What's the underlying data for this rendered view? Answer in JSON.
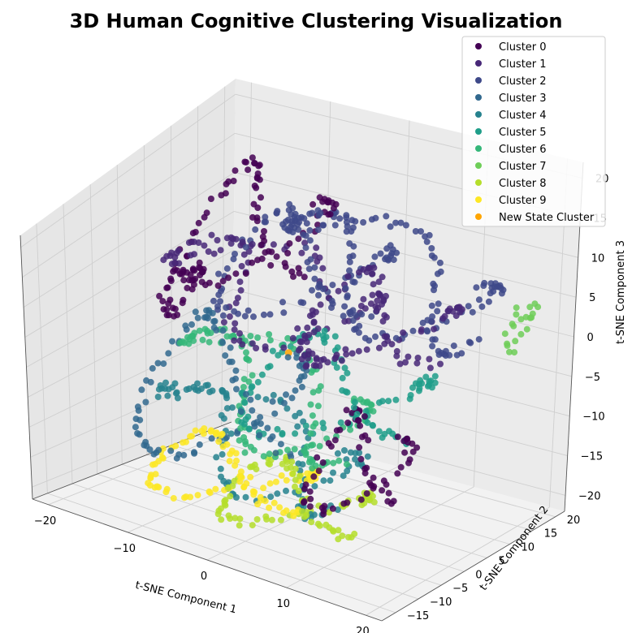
{
  "chart_data": {
    "type": "scatter",
    "projection": "3d",
    "title": "3D Human Cognitive Clustering Visualization",
    "xlabel": "t-SNE Component 1",
    "ylabel": "t-SNE Component 2",
    "zlabel": "t-SNE Component 3",
    "xlim": [
      -22,
      22
    ],
    "ylim": [
      -18,
      22
    ],
    "zlim": [
      -22,
      22
    ],
    "xticks": [
      -20,
      -10,
      0,
      10,
      20
    ],
    "yticks": [
      -15,
      -10,
      -5,
      0,
      5,
      10,
      15,
      20
    ],
    "zticks": [
      -20,
      -15,
      -10,
      -5,
      0,
      5,
      10,
      15,
      20
    ],
    "grid": true,
    "legend_position": "top-right",
    "series": [
      {
        "name": "Cluster 0",
        "color": "#440154"
      },
      {
        "name": "Cluster 1",
        "color": "#482878"
      },
      {
        "name": "Cluster 2",
        "color": "#3e4989"
      },
      {
        "name": "Cluster 3",
        "color": "#31688e"
      },
      {
        "name": "Cluster 4",
        "color": "#26828e"
      },
      {
        "name": "Cluster 5",
        "color": "#1f9e89"
      },
      {
        "name": "Cluster 6",
        "color": "#35b779"
      },
      {
        "name": "Cluster 7",
        "color": "#6ece58"
      },
      {
        "name": "Cluster 8",
        "color": "#b5de2b"
      },
      {
        "name": "Cluster 9",
        "color": "#fde725"
      },
      {
        "name": "New State Cluster",
        "color": "#ffa500",
        "points": [
          [
            -2,
            2,
            0
          ]
        ]
      }
    ]
  }
}
